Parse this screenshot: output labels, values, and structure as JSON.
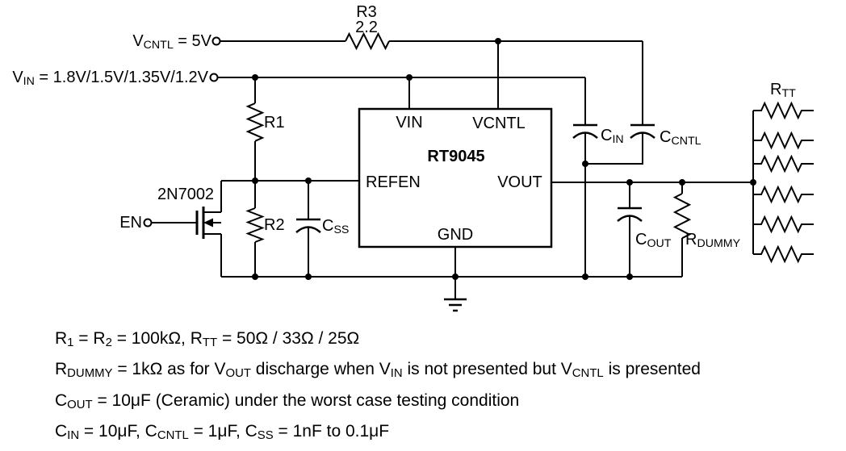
{
  "colors": {
    "background": "#ffffff",
    "ink": "#000000"
  },
  "schematic": {
    "sources": {
      "vcntl": {
        "rich": [
          {
            "t": "V"
          },
          {
            "t": "CNTL",
            "sub": true
          },
          {
            "t": " = 5V"
          }
        ]
      },
      "vin": {
        "rich": [
          {
            "t": "V"
          },
          {
            "t": "IN",
            "sub": true
          },
          {
            "t": " = 1.8V/1.5V/1.35V/1.2V"
          }
        ]
      },
      "en": {
        "label": "EN"
      }
    },
    "components": {
      "r3": {
        "ref": "R3",
        "value": "2.2"
      },
      "r1": {
        "ref": "R1"
      },
      "r2": {
        "ref": "R2"
      },
      "mosfet": {
        "part": "2N7002"
      },
      "css": {
        "rich": [
          {
            "t": "C"
          },
          {
            "t": "SS",
            "sub": true
          }
        ]
      },
      "cin": {
        "rich": [
          {
            "t": "C"
          },
          {
            "t": "IN",
            "sub": true
          }
        ]
      },
      "ccntl": {
        "rich": [
          {
            "t": "C"
          },
          {
            "t": "CNTL",
            "sub": true
          }
        ]
      },
      "cout": {
        "rich": [
          {
            "t": "C"
          },
          {
            "t": "OUT",
            "sub": true
          }
        ]
      },
      "rdummy": {
        "rich": [
          {
            "t": "R"
          },
          {
            "t": "DUMMY",
            "sub": true
          }
        ]
      },
      "rtt": {
        "rich": [
          {
            "t": "R"
          },
          {
            "t": "TT",
            "sub": true
          }
        ]
      }
    },
    "ic": {
      "part_number": "RT9045",
      "pins": {
        "vin": "VIN",
        "vcntl": "VCNTL",
        "refen": "REFEN",
        "vout": "VOUT",
        "gnd": "GND"
      }
    }
  },
  "notes": {
    "lines": [
      {
        "rich": [
          {
            "t": "R"
          },
          {
            "t": "1",
            "sub": true
          },
          {
            "t": " = R"
          },
          {
            "t": "2",
            "sub": true
          },
          {
            "t": " = 100kΩ, R"
          },
          {
            "t": "TT",
            "sub": true
          },
          {
            "t": " = 50Ω / 33Ω / 25Ω"
          }
        ]
      },
      {
        "rich": [
          {
            "t": "R"
          },
          {
            "t": "DUMMY",
            "sub": true
          },
          {
            "t": " = 1kΩ as for V"
          },
          {
            "t": "OUT",
            "sub": true
          },
          {
            "t": " discharge when V"
          },
          {
            "t": "IN",
            "sub": true
          },
          {
            "t": " is not presented but V"
          },
          {
            "t": "CNTL",
            "sub": true
          },
          {
            "t": " is presented"
          }
        ]
      },
      {
        "rich": [
          {
            "t": "C"
          },
          {
            "t": "OUT",
            "sub": true
          },
          {
            "t": " = 10μF (Ceramic) under the worst case testing condition"
          }
        ]
      },
      {
        "rich": [
          {
            "t": "C"
          },
          {
            "t": "IN",
            "sub": true
          },
          {
            "t": " = 10μF, C"
          },
          {
            "t": "CNTL",
            "sub": true
          },
          {
            "t": " = 1μF, C"
          },
          {
            "t": "SS",
            "sub": true
          },
          {
            "t": " = 1nF to 0.1μF"
          }
        ]
      }
    ]
  }
}
